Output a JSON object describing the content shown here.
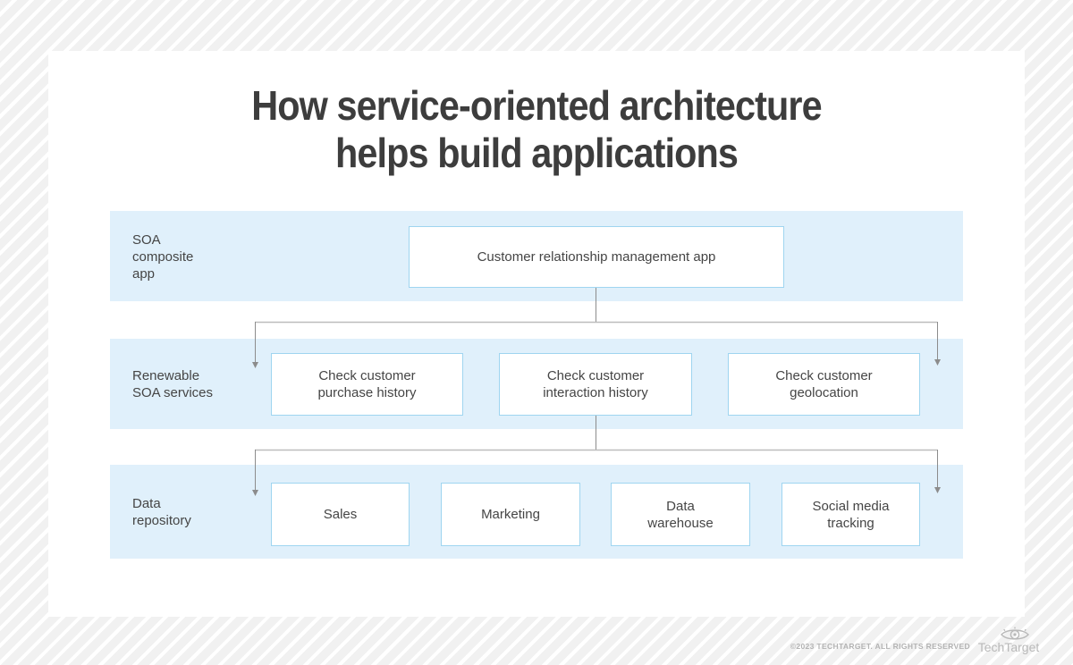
{
  "title": {
    "line1": "How service-oriented architecture",
    "line2": "helps build applications"
  },
  "diagram": {
    "rows": [
      {
        "label_lines": [
          "SOA",
          "composite",
          "app"
        ],
        "boxes": [
          {
            "lines": [
              "Customer relationship management app"
            ]
          }
        ]
      },
      {
        "label_lines": [
          "Renewable",
          "SOA services"
        ],
        "boxes": [
          {
            "lines": [
              "Check customer",
              "purchase history"
            ]
          },
          {
            "lines": [
              "Check customer",
              "interaction history"
            ]
          },
          {
            "lines": [
              "Check customer",
              "geolocation"
            ]
          }
        ]
      },
      {
        "label_lines": [
          "Data",
          "repository"
        ],
        "boxes": [
          {
            "lines": [
              "Sales"
            ]
          },
          {
            "lines": [
              "Marketing"
            ]
          },
          {
            "lines": [
              "Data",
              "warehouse"
            ]
          },
          {
            "lines": [
              "Social media",
              "tracking"
            ]
          }
        ]
      }
    ],
    "colors": {
      "band_fill": "#e0f0fb",
      "box_border": "#9fd5f0",
      "connector_dark": "#8c8c8c",
      "connector_light": "#bdbdbd",
      "text": "#454545",
      "title_text": "#3d3d3d"
    }
  },
  "footer": {
    "copyright": "©2023 TECHTARGET. ALL RIGHTS RESERVED",
    "brand": "TechTarget"
  }
}
